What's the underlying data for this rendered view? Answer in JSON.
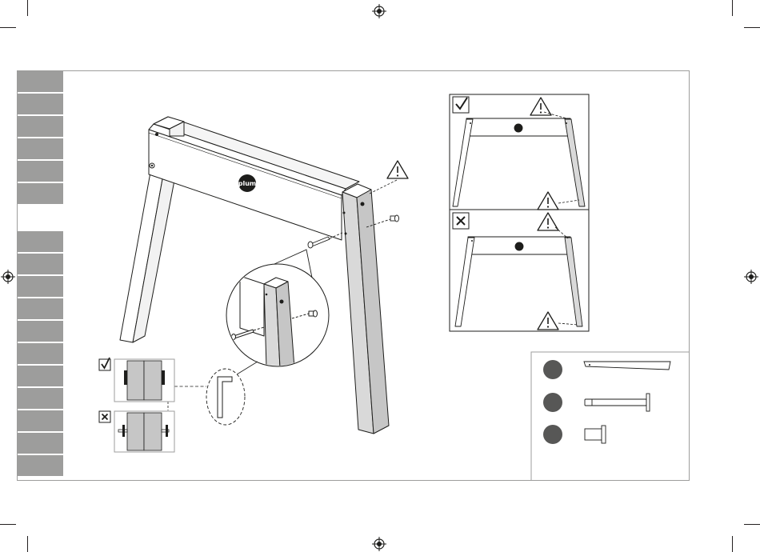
{
  "page": {
    "type": "assembly-instruction-step"
  },
  "brand": {
    "logo_text": "plum"
  },
  "colors": {
    "tab_gray": "#9d9d9c",
    "frame_gray": "#9d9d9c",
    "leg_shade": "#d9d9d9",
    "part_circle": "#575756",
    "ink": "#1d1d1b"
  },
  "icons": {
    "registration_mark": "registration-mark-icon",
    "correct": "checkbox-check-icon",
    "incorrect": "checkbox-cross-icon",
    "warning": "warning-triangle-icon",
    "tool": "allen-key-icon"
  },
  "sections": {
    "correct_label": "correct",
    "incorrect_label": "incorrect"
  },
  "parts": [
    {
      "icon": "long-bolt-icon"
    },
    {
      "icon": "barrel-nut-icon"
    },
    {
      "icon": "flat-bar-icon"
    }
  ]
}
